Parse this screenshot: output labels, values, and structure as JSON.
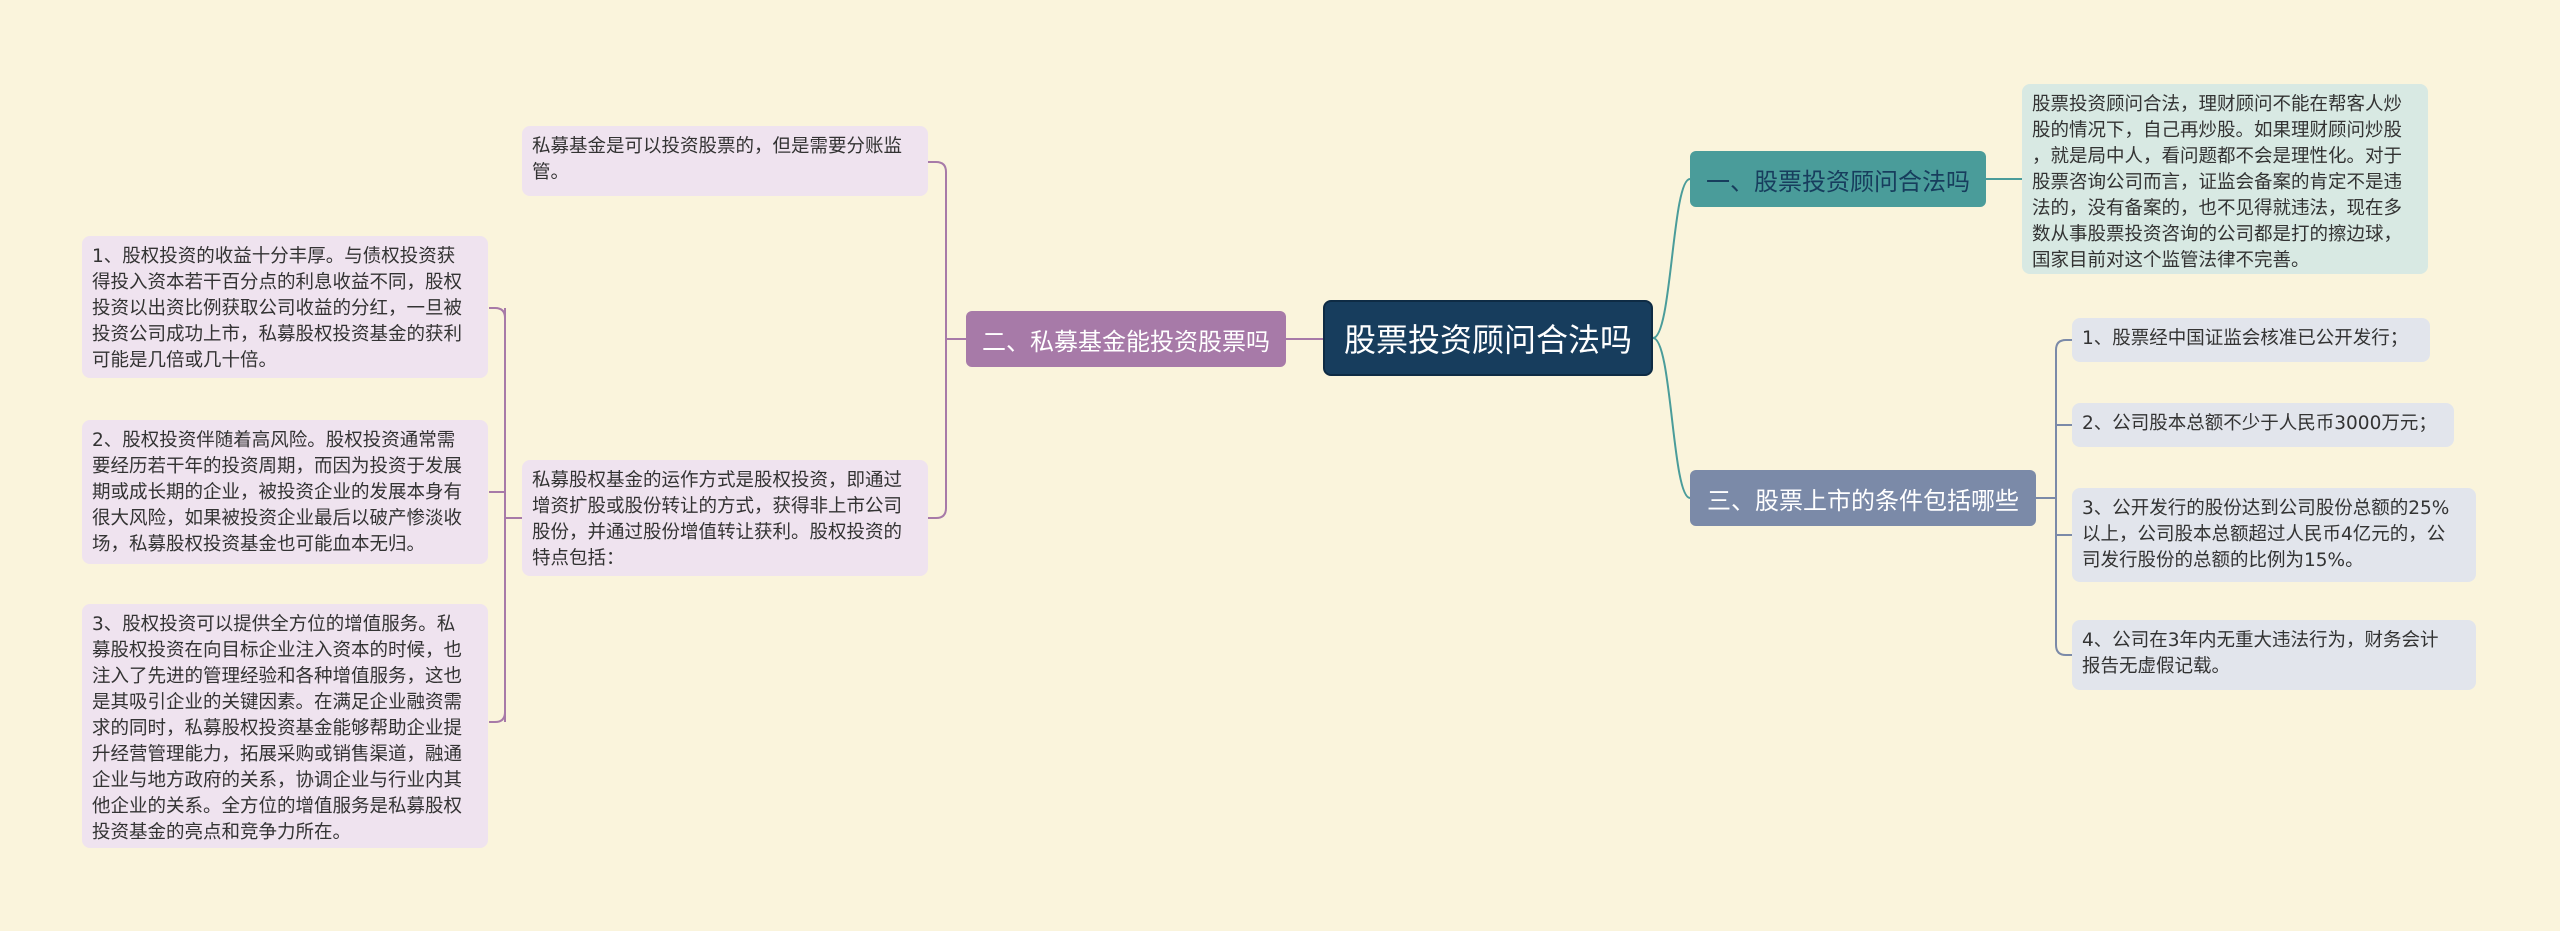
{
  "root": {
    "label": "股票投资顾问合法吗"
  },
  "branches": {
    "left": {
      "label": "二、私募基金能投资股票吗",
      "color": "#a77aa8",
      "children": [
        {
          "text": "私募基金是可以投资股票的，但是需要分账监\n管。"
        },
        {
          "text": "私募股权基金的运作方式是股权投资，即通过\n增资扩股或股份转让的方式，获得非上市公司\n股份，并通过股份增值转让获利。股权投资的\n特点包括："
        }
      ],
      "sub_children": [
        {
          "text": "1、股权投资的收益十分丰厚。与债权投资获\n得投入资本若干百分点的利息收益不同，股权\n投资以出资比例获取公司收益的分红，一旦被\n投资公司成功上市，私募股权投资基金的获利\n可能是几倍或几十倍。"
        },
        {
          "text": "2、股权投资伴随着高风险。股权投资通常需\n要经历若干年的投资周期，而因为投资于发展\n期或成长期的企业，被投资企业的发展本身有\n很大风险，如果被投资企业最后以破产惨淡收\n场，私募股权投资基金也可能血本无归。"
        },
        {
          "text": "3、股权投资可以提供全方位的增值服务。私\n募股权投资在向目标企业注入资本的时候，也\n注入了先进的管理经验和各种增值服务，这也\n是其吸引企业的关键因素。在满足企业融资需\n求的同时，私募股权投资基金能够帮助企业提\n升经营管理能力，拓展采购或销售渠道，融通\n企业与地方政府的关系，协调企业与行业内其\n他企业的关系。全方位的增值服务是私募股权\n投资基金的亮点和竞争力所在。"
        }
      ]
    },
    "right1": {
      "label": "一、股票投资顾问合法吗",
      "color": "#4a9c9a",
      "children": [
        {
          "text": "股票投资顾问合法，理财顾问不能在帮客人炒\n股的情况下，自己再炒股。如果理财顾问炒股\n，就是局中人，看问题都不会是理性化。对于\n股票咨询公司而言，证监会备案的肯定不是违\n法的，没有备案的，也不见得就违法，现在多\n数从事股票投资咨询的公司都是打的擦边球，\n国家目前对这个监管法律不完善。"
        }
      ]
    },
    "right2": {
      "label": "三、股票上市的条件包括哪些",
      "color": "#7b8aa8",
      "children": [
        {
          "text": "1、股票经中国证监会核准已公开发行；"
        },
        {
          "text": "2、公司股本总额不少于人民币3000万元；"
        },
        {
          "text": "3、公开发行的股份达到公司股份总额的25%\n以上，公司股本总额超过人民币4亿元的，公\n司发行股份的总额的比例为15%。"
        },
        {
          "text": "4、公司在3年内无重大违法行为，财务会计\n报告无虚假记载。"
        }
      ]
    }
  }
}
